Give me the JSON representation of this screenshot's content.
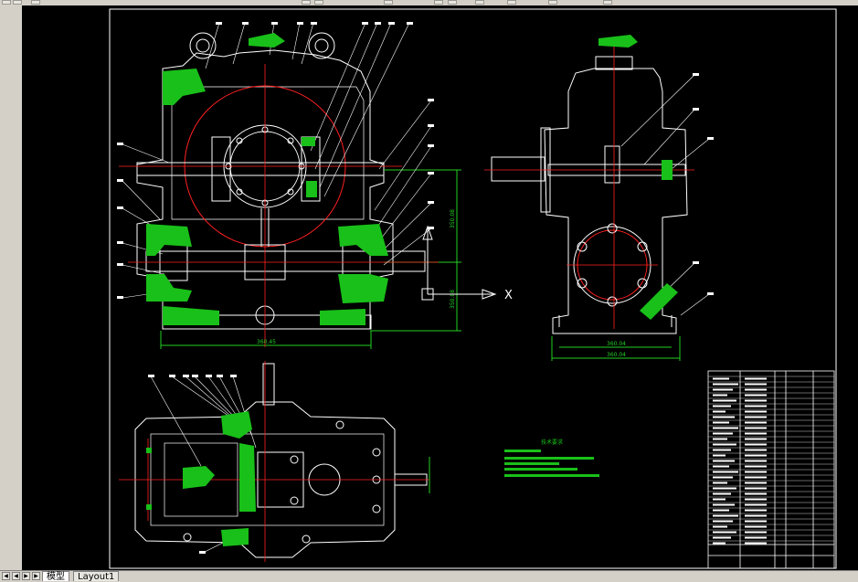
{
  "canvas": {
    "background": "#000000",
    "line_color": "#ffffff",
    "section_color": "#19c019",
    "centerline_color": "#ff2020",
    "dimension_color": "#22d022"
  },
  "toolbar": {
    "icons": [
      "toolbar-icon",
      "toolbar-icon",
      "toolbar-icon",
      "toolbar-icon",
      "toolbar-icon",
      "toolbar-icon",
      "toolbar-icon",
      "toolbar-icon",
      "toolbar-icon",
      "toolbar-icon",
      "toolbar-icon",
      "toolbar-icon"
    ]
  },
  "front_view": {
    "dimensions": {
      "overall_width": "360.45",
      "height_upper": "350.08",
      "height_lower": "350.08"
    }
  },
  "side_view": {
    "dimensions": {
      "base_width": "360.04",
      "overall_width": "360.04"
    }
  },
  "ucs": {
    "x_label": "X"
  },
  "tech_requirements": {
    "title": "技术要求"
  },
  "tabs": {
    "items": [
      {
        "label": "模型"
      },
      {
        "label": "Layout1"
      }
    ],
    "active": 0
  }
}
